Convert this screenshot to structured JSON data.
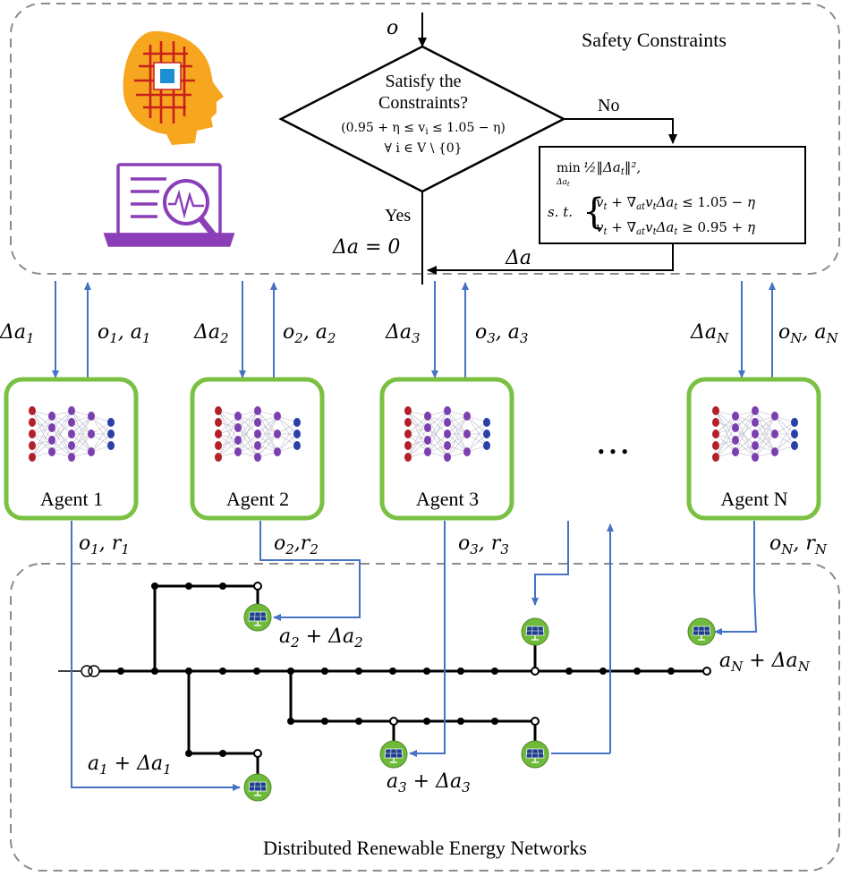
{
  "safety_region": {
    "title": "Safety Constraints",
    "input_obs": "o",
    "decision": {
      "line1": "Satisfy the",
      "line2": "Constraints?",
      "line3": "(0.95 + η ≤ v",
      "line3_sub": "i",
      "line3_rest": " ≤ 1.05 − η)",
      "line4": "∀ i ∈ V \\ {0}"
    },
    "no_label": "No",
    "yes_label": "Yes",
    "yes_result": "Δa = 0",
    "delta_a": "Δa",
    "optimization": {
      "min": "min",
      "min_under": "Δa",
      "min_under_sub": "t",
      "objective": "½‖Δa",
      "objective_sub": "t",
      "objective_rest": "‖²,",
      "st": "s. t.",
      "c1": "v_t + ∇_at v_t Δa_t ≤ 1.05 − η",
      "c2": "v_t + ∇_at v_t Δa_t ≥ 0.95 + η"
    },
    "icons": [
      "ai-head-icon",
      "laptop-analytics-icon"
    ]
  },
  "agents": [
    {
      "name": "Agent 1",
      "down": "Δa",
      "down_sub": "1",
      "up": "o",
      "up_sub": "1",
      "up_a": "a",
      "up_a_sub": "1",
      "feedback": "o",
      "feedback_sub": "1",
      "reward": "r",
      "reward_sub": "1"
    },
    {
      "name": "Agent 2",
      "down": "Δa",
      "down_sub": "2",
      "up": "o",
      "up_sub": "2",
      "up_a": "a",
      "up_a_sub": "2",
      "feedback": "o",
      "feedback_sub": "2",
      "reward": "r",
      "reward_sub": "2"
    },
    {
      "name": "Agent 3",
      "down": "Δa",
      "down_sub": "3",
      "up": "o",
      "up_sub": "3",
      "up_a": "a",
      "up_a_sub": "3",
      "feedback": "o",
      "feedback_sub": "3",
      "reward": "r",
      "reward_sub": "3"
    },
    {
      "name": "Agent N",
      "down": "Δa",
      "down_sub": "N",
      "up": "o",
      "up_sub": "N",
      "up_a": "a",
      "up_a_sub": "N",
      "feedback": "o",
      "feedback_sub": "N",
      "reward": "r",
      "reward_sub": "N"
    }
  ],
  "ellipsis": "• • •",
  "network": {
    "title": "Distributed Renewable Energy Networks",
    "actions": [
      {
        "base": "a",
        "sub": "1",
        "plus": " + Δa",
        "sub2": "1"
      },
      {
        "base": "a",
        "sub": "2",
        "plus": " + Δa",
        "sub2": "2"
      },
      {
        "base": "a",
        "sub": "3",
        "plus": " + Δa",
        "sub2": "3"
      },
      {
        "base": "a",
        "sub": "N",
        "plus": " + Δa",
        "sub2": "N"
      }
    ]
  },
  "colors": {
    "arrow": "#4472c4",
    "agent_border": "#7ac143",
    "region_border": "#8c8c8c",
    "solar_green": "#6fba3a"
  }
}
